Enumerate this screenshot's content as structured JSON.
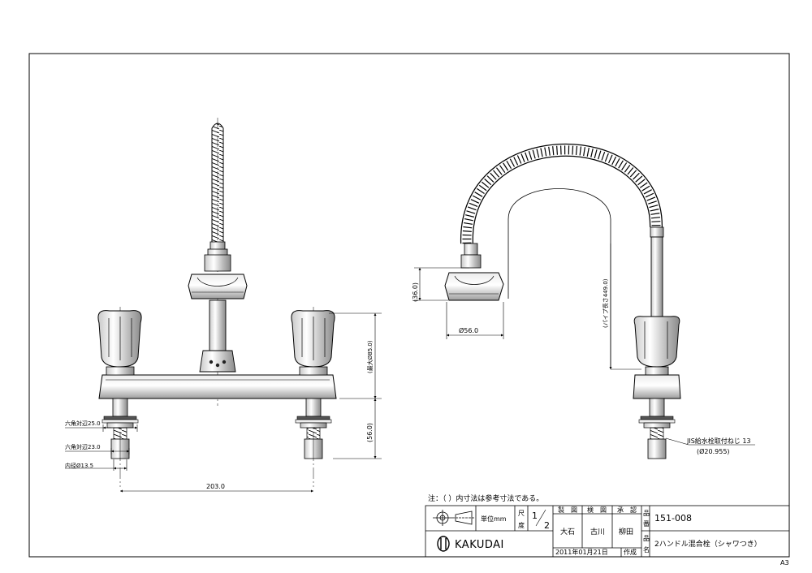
{
  "dimensions": {
    "hex_across_flats_25": "六角対辺25.0",
    "hex_across_flats_23": "六角対辺23.0",
    "inner_diameter": "内径Ø13.5",
    "center_distance": "203.0",
    "max_height": "(最大Ø85.0)",
    "mount_height": "(56.0)",
    "head_height": "(36.0)",
    "head_diameter": "Ø56.0",
    "pipe_length": "(パイプ長さ449.0)",
    "jis_thread": "JIS給水栓取付ねじ 13",
    "jis_thread_dia": "(Ø20.955)"
  },
  "note": "注：（ ）内寸法は参考寸法である。",
  "title_block": {
    "unit_label": "単位mm",
    "scale_label_1": "尺",
    "scale_label_2": "度",
    "scale_num": "1",
    "scale_den": "2",
    "header_drawn": "製　図",
    "header_checked": "検　図",
    "header_approved": "承　認",
    "name_drawn": "大石",
    "name_checked": "古川",
    "name_approved": "柳田",
    "date": "2011年01月21日",
    "date_suffix": "作成",
    "product_number_label_1": "品",
    "product_number_label_2": "番",
    "product_number": "151-008",
    "product_name_label_1": "品",
    "product_name_label_2": "名",
    "product_name": "2ハンドル混合栓（シャワつき）",
    "brand": "KAKUDAI",
    "sheet_size": "A3"
  }
}
